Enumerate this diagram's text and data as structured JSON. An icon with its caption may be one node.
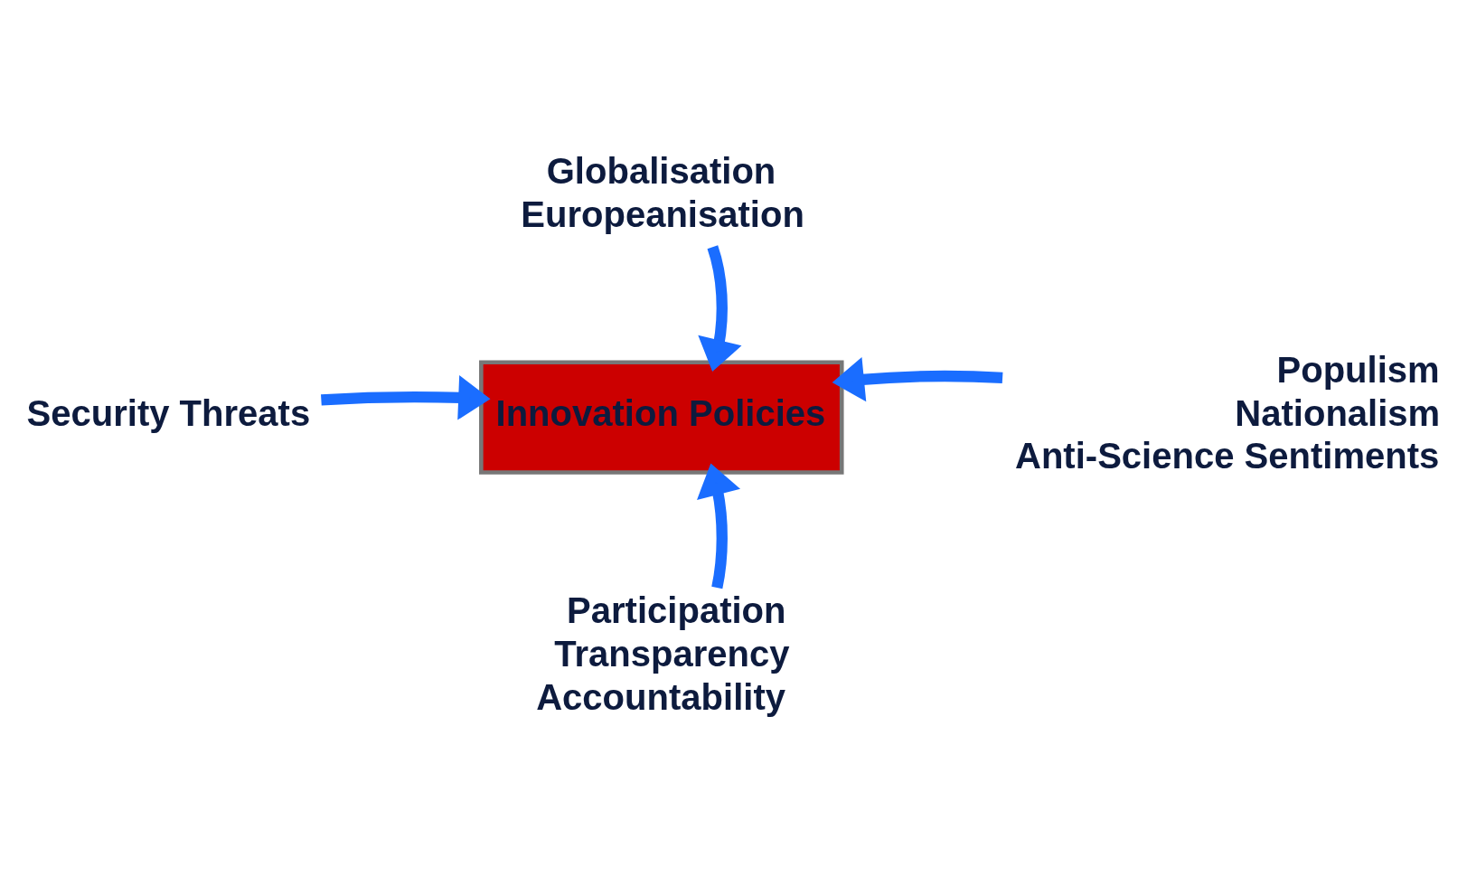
{
  "diagram": {
    "nodes": [
      {
        "text": [
          "Innovation Policies"
        ]
      },
      {
        "text": [
          "Globalisation",
          "Europeanisation"
        ]
      },
      {
        "text": [
          "Security Threats"
        ]
      },
      {
        "text": [
          "Populism",
          "Nationalism",
          "Anti-Science Sentiments"
        ]
      },
      {
        "text": [
          "Participation",
          "Transparency",
          "Accountability"
        ]
      }
    ],
    "edges": [
      {
        "from": 1,
        "to": 0,
        "arrow": "to"
      },
      {
        "from": 2,
        "to": 0,
        "arrow": "to"
      },
      {
        "from": 3,
        "to": 0,
        "arrow": "to"
      },
      {
        "from": 4,
        "to": 0,
        "arrow": "to"
      }
    ]
  }
}
